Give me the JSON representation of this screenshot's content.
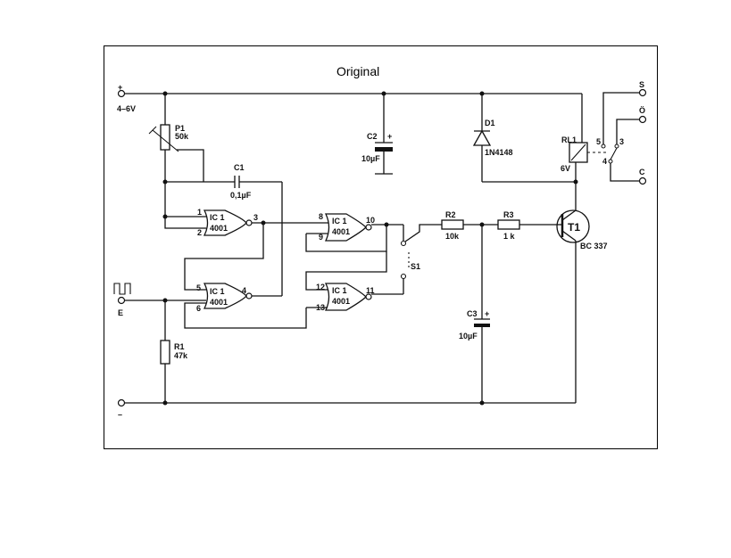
{
  "title": "Original",
  "labels": {
    "supply_plus": "+",
    "supply_voltage": "4–6V",
    "supply_minus": "–",
    "input_label": "E",
    "p1": "P1",
    "p1_value": "50k",
    "c1": "C1",
    "c1_value": "0,1µF",
    "c2": "C2",
    "c2_plus": "+",
    "c2_value": "10µF",
    "c3": "C3",
    "c3_plus": "+",
    "c3_value": "10µF",
    "d1": "D1",
    "d1_value": "1N4148",
    "rl1": "RL1",
    "rl1_value": "6V",
    "r1": "R1",
    "r1_value": "47k",
    "r2": "R2",
    "r2_value": "10k",
    "r3": "R3",
    "r3_value": "1 k",
    "t1": "T1",
    "t1_value": "BC 337",
    "s1": "S1",
    "out_s": "S",
    "out_o": "Ö",
    "out_c": "C",
    "relay_pin5": "5",
    "relay_pin3": "3",
    "relay_pin4": "4",
    "gate_a": {
      "name": "IC 1",
      "part": "4001",
      "in1": "1",
      "in2": "2",
      "out": "3"
    },
    "gate_b": {
      "name": "IC 1",
      "part": "4001",
      "in1": "5",
      "in2": "6",
      "out": "4"
    },
    "gate_c": {
      "name": "IC 1",
      "part": "4001",
      "in1": "8",
      "in2": "9",
      "out": "10"
    },
    "gate_d": {
      "name": "IC 1",
      "part": "4001",
      "in1": "12",
      "in2": "13",
      "out": "11"
    }
  }
}
